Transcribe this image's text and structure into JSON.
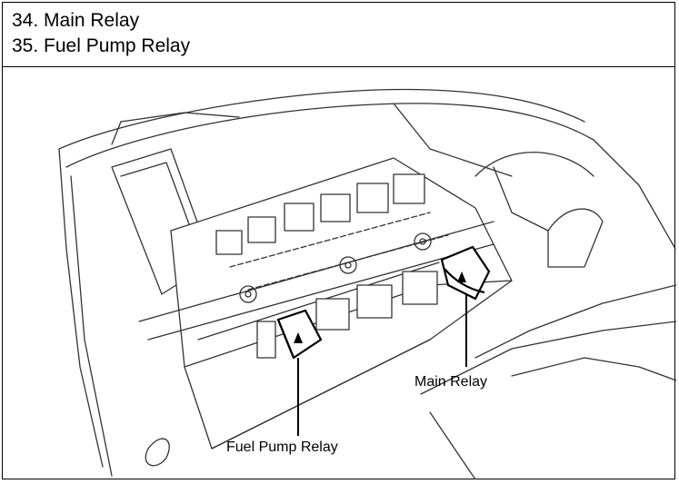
{
  "header": {
    "lines": [
      "34. Main Relay",
      "35. Fuel Pump Relay"
    ]
  },
  "diagram": {
    "callouts": {
      "main_relay": "Main Relay",
      "fuel_pump_relay": "Fuel Pump Relay"
    }
  },
  "colors": {
    "line": "#222222",
    "fill": "#ffffff",
    "shade": "#dddddd"
  }
}
